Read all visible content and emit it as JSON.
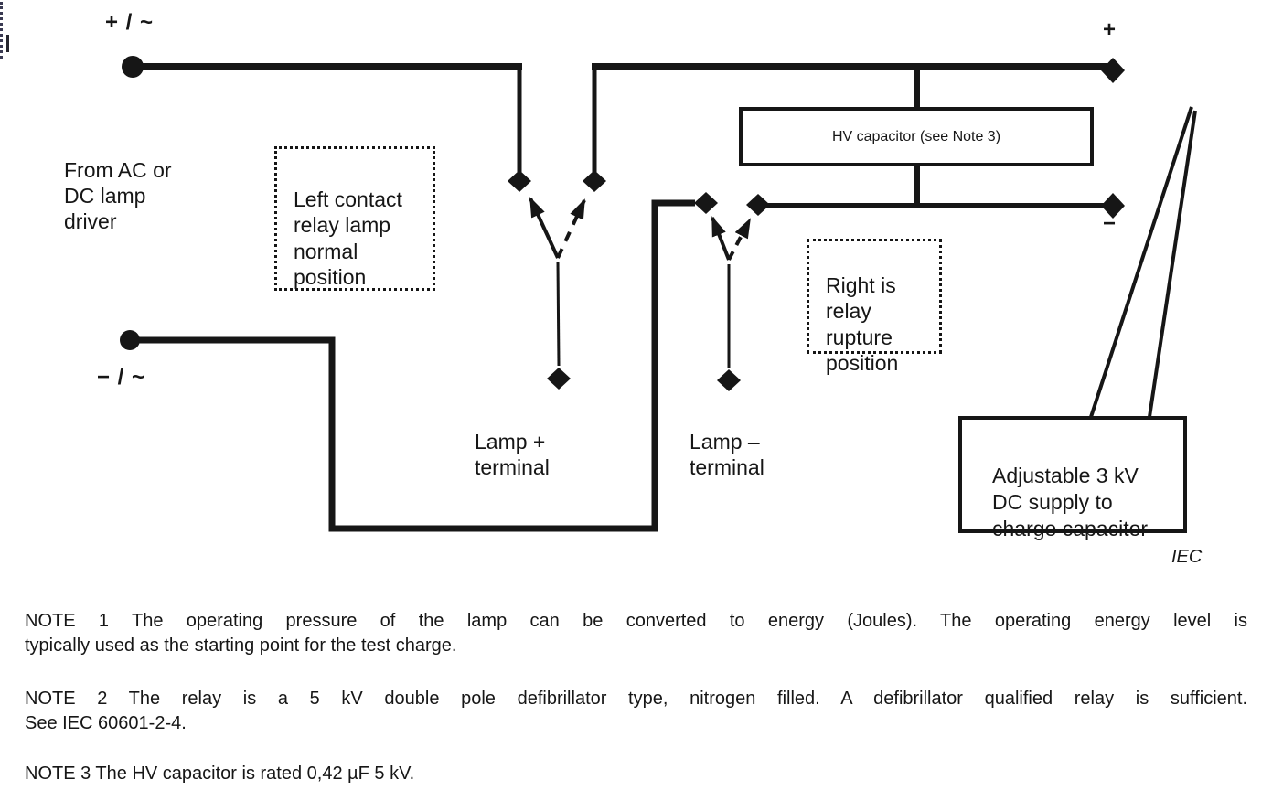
{
  "colors": {
    "ink": "#161616",
    "background": "#ffffff"
  },
  "figure": {
    "labels": {
      "top_left_polarity": "+ / ~",
      "bottom_left_polarity": "− / ~",
      "lamp_driver": "From AC or\nDC lamp\ndriver",
      "left_relay_note": "Left contact\nrelay lamp\nnormal\nposition",
      "right_relay_note": "Right is\nrelay\nrupture\nposition",
      "hv_capacitor": "HV capacitor (see Note 3)",
      "lamp_plus_terminal": "Lamp +\nterminal",
      "lamp_minus_terminal": "Lamp –\nterminal",
      "dc_supply": "Adjustable 3 kV\nDC supply to\ncharge capacitor",
      "cap_plus": "+",
      "cap_minus": "−",
      "credit": "IEC"
    }
  },
  "notes": [
    {
      "lines": [
        "NOTE 1   The operating pressure of the lamp can be converted to energy (Joules). The operating energy level is",
        "typically used as the starting point for the test charge."
      ]
    },
    {
      "lines": [
        "NOTE 2   The relay is a 5 kV double pole defibrillator type, nitrogen filled. A defibrillator qualified relay is sufficient.",
        "See IEC 60601-2-4."
      ]
    },
    {
      "lines": [
        "NOTE 3   The HV capacitor is rated 0,42 µF 5 kV."
      ]
    }
  ]
}
